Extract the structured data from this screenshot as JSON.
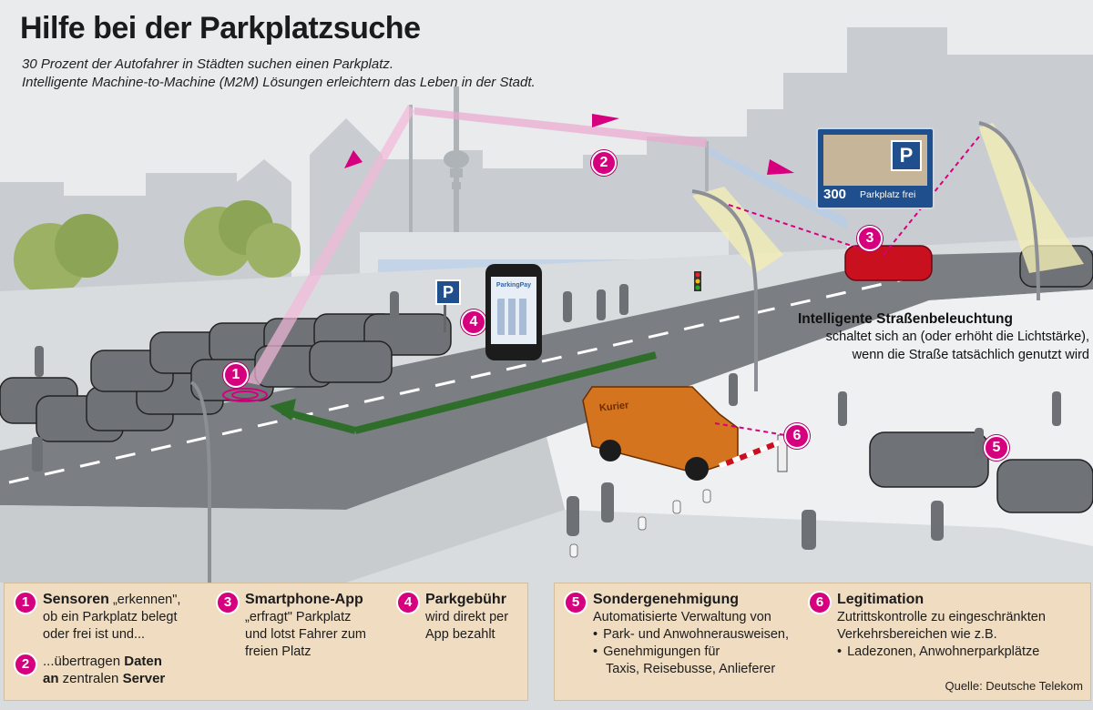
{
  "title": "Hilfe bei der Parkplatzsuche",
  "subtitle_1": "30 Prozent der Autofahrer in Städten suchen einen Parkplatz.",
  "subtitle_2": "Intelligente Machine-to-Machine (M2M) Lösungen erleichtern das Leben in der Stadt.",
  "markers": [
    "1",
    "2",
    "3",
    "4",
    "5",
    "6"
  ],
  "sign": {
    "distance": "300",
    "text": "Parkplatz frei",
    "p": "P"
  },
  "parking_sign": "P",
  "phone_app": "ParkingPay",
  "truck_label": "Kurier",
  "street_light": {
    "heading": "Intelligente Straßenbeleuchtung",
    "line_1": "schaltet sich an (oder erhöht die Lichtstärke),",
    "line_2": "wenn die Straße tatsächlich genutzt wird"
  },
  "legend": {
    "item1": {
      "num": "1",
      "head": "Sensoren",
      "head_rest": " „erkennen\",",
      "l2": "ob ein Parkplatz belegt",
      "l3": "oder frei ist und..."
    },
    "item2": {
      "num": "2",
      "pre": "...übertragen ",
      "b1": "Daten",
      "b2": "an",
      "mid": " zentralen ",
      "b3": "Server"
    },
    "item3": {
      "num": "3",
      "head": "Smartphone-App",
      "l1": "„erfragt\" Parkplatz",
      "l2": "und lotst Fahrer zum",
      "l3": "freien Platz"
    },
    "item4": {
      "num": "4",
      "head": "Parkgebühr",
      "l1": "wird direkt per",
      "l2": "App bezahlt"
    },
    "item5": {
      "num": "5",
      "head": "Sondergenehmigung",
      "l1": "Automatisierte Verwaltung von",
      "b1": "Park- und Anwohnerausweisen,",
      "b2": "Genehmigungen für",
      "b2b": "Taxis, Reisebusse, Anlieferer"
    },
    "item6": {
      "num": "6",
      "head": "Legitimation",
      "l1": "Zutrittskontrolle zu eingeschränkten",
      "l2": "Verkehrsbereichen wie z.B.",
      "b1": "Ladezonen, Anwohnerparkplätze"
    }
  },
  "source": "Quelle: Deutsche Telekom",
  "colors": {
    "accent": "#d6007e",
    "sign_blue": "#1f4f8c",
    "panel": "#efdcc1",
    "route_green": "#2f6e2a"
  }
}
